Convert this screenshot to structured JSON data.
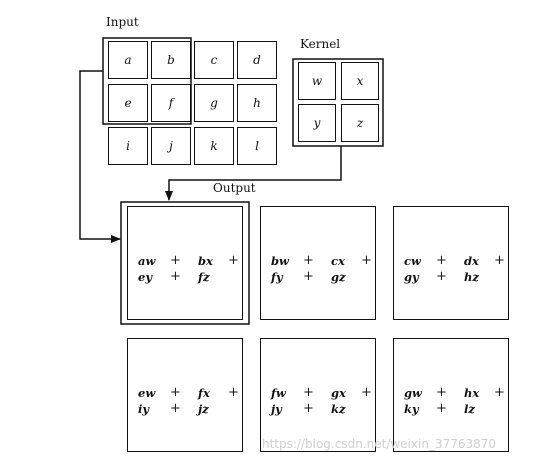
{
  "labels": {
    "input": "Input",
    "kernel": "Kernel",
    "output": "Output"
  },
  "input": [
    [
      "a",
      "b",
      "c",
      "d"
    ],
    [
      "e",
      "f",
      "g",
      "h"
    ],
    [
      "i",
      "j",
      "k",
      "l"
    ]
  ],
  "kernel": [
    [
      "w",
      "x"
    ],
    [
      "y",
      "z"
    ]
  ],
  "output": [
    [
      {
        "r1": [
          "aw",
          "bx"
        ],
        "r2": [
          "ey",
          "fz"
        ]
      },
      {
        "r1": [
          "bw",
          "cx"
        ],
        "r2": [
          "fy",
          "gz"
        ]
      },
      {
        "r1": [
          "cw",
          "dx"
        ],
        "r2": [
          "gy",
          "hz"
        ]
      }
    ],
    [
      {
        "r1": [
          "ew",
          "fx"
        ],
        "r2": [
          "iy",
          "jz"
        ]
      },
      {
        "r1": [
          "fw",
          "gx"
        ],
        "r2": [
          "jy",
          "kz"
        ]
      },
      {
        "r1": [
          "gw",
          "hx"
        ],
        "r2": [
          "ky",
          "lz"
        ]
      }
    ]
  ],
  "plus": "+",
  "watermark": "https://blog.csdn.net/weixin_37763870",
  "colors": {
    "ink": "#111111",
    "watermark": "#cfcfcf"
  }
}
